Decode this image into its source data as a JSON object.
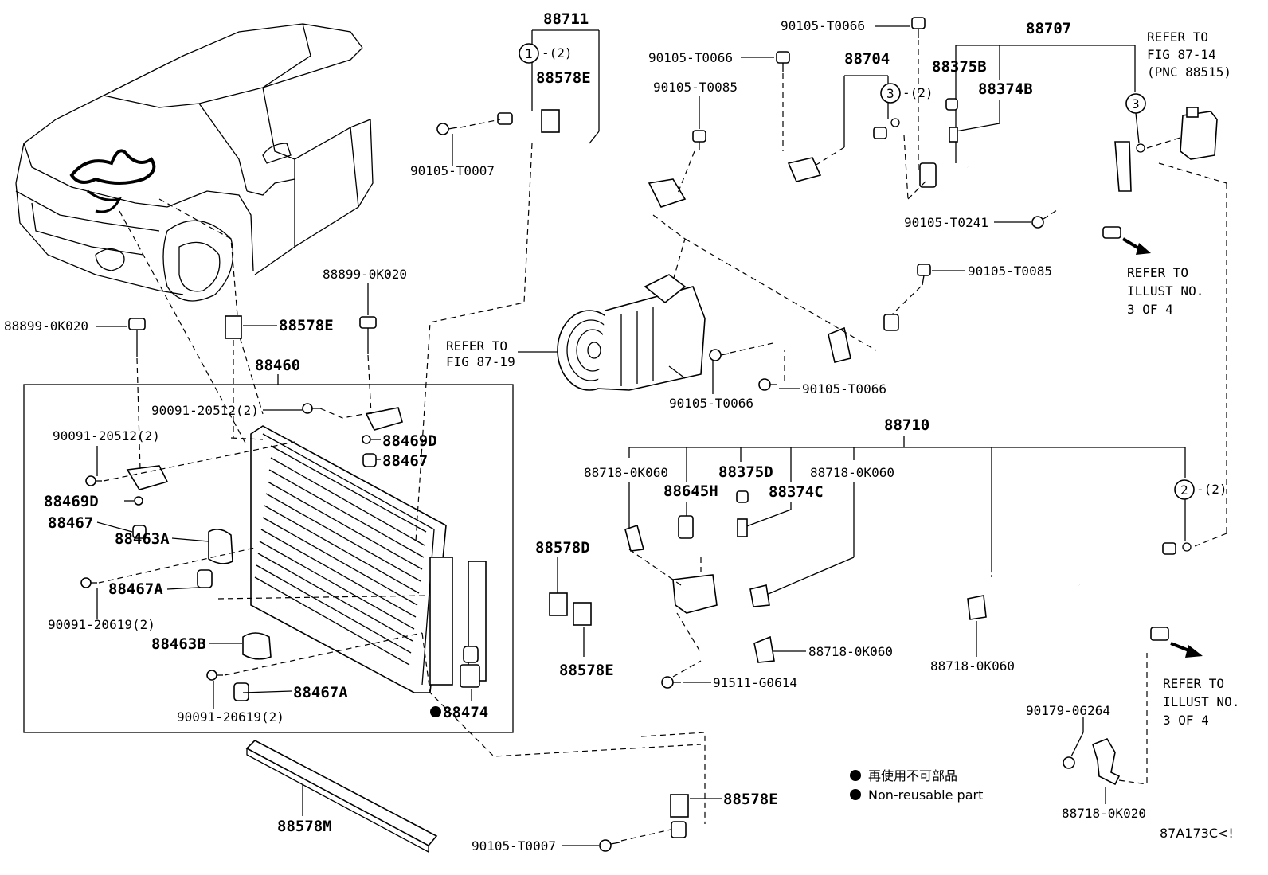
{
  "labels": {
    "p88711": "88711",
    "p88707": "88707",
    "p88704": "88704",
    "p88710": "88710",
    "p88460": "88460",
    "p88578E_top": "88578E",
    "p88578E_mid": "88578E",
    "p88578E_low": "88578E",
    "p88578E_bot": "88578E",
    "p88578D": "88578D",
    "p88578M": "88578M",
    "p88375B": "88375B",
    "p88374B": "88374B",
    "p88375D": "88375D",
    "p88374C": "88374C",
    "p88645H": "88645H",
    "p88469D_a": "88469D",
    "p88469D_b": "88469D",
    "p88467_a": "88467",
    "p88467_b": "88467",
    "p88463A": "88463A",
    "p88463B": "88463B",
    "p88467A_a": "88467A",
    "p88467A_b": "88467A",
    "p88474": "88474",
    "b_T0066_top": "90105-T0066",
    "b_T0066_2": "90105-T0066",
    "b_T0085_top": "90105-T0085",
    "b_T0085_r": "90105-T0085",
    "b_T0007_top": "90105-T0007",
    "b_T0007_bot": "90105-T0007",
    "b_T0241": "90105-T0241",
    "b_T0066_c1": "90105-T0066",
    "b_T0066_c2": "90105-T0066",
    "b_0K020_a": "88899-0K020",
    "b_0K020_b": "88899-0K020",
    "b_20512_a": "90091-20512(2)",
    "b_20512_b": "90091-20512(2)",
    "b_20619_a": "90091-20619(2)",
    "b_20619_b": "90091-20619(2)",
    "b_0K060_1": "88718-0K060",
    "b_0K060_2": "88718-0K060",
    "b_0K060_3": "88718-0K060",
    "b_0K060_4": "88718-0K060",
    "b_G0614": "91511-G0614",
    "b_06264": "90179-06264",
    "b_0K020_c": "88718-0K020",
    "circle1": "1",
    "circle1_qty": "-(2)",
    "circle2": "2",
    "circle2_qty": "-(2)",
    "circle3a": "3",
    "circle3a_qty": "-(2)",
    "circle3b": "3",
    "refer_fig8714_1": "REFER TO",
    "refer_fig8714_2": "FIG 87-14",
    "refer_fig8714_3": "(PNC 88515)",
    "refer_fig8719_1": "REFER TO",
    "refer_fig8719_2": "FIG 87-19",
    "refer_ill_a1": "REFER TO",
    "refer_ill_a2": "ILLUST NO.",
    "refer_ill_a3": "3 OF 4",
    "refer_ill_b1": "REFER TO",
    "refer_ill_b2": "ILLUST NO.",
    "refer_ill_b3": "3 OF 4",
    "legend_jp": "再使用不可部品",
    "legend_en": "Non-reusable part",
    "figure_code": "87A173C<!"
  }
}
